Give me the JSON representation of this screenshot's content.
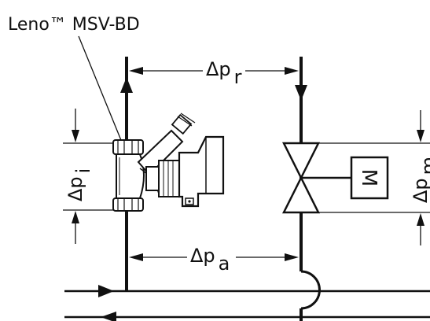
{
  "product_label": "Leno™ MSV-BD",
  "labels": {
    "dp_r": {
      "main": "Δp",
      "sub": "r"
    },
    "dp_a": {
      "main": "Δp",
      "sub": "a"
    },
    "dp_i": {
      "main": "Δp",
      "sub": "i"
    },
    "dp_m": {
      "main": "Δp",
      "sub": "m"
    },
    "motor": "M"
  },
  "colors": {
    "line": "#111111",
    "valve_fill": "#ffffff"
  },
  "icons": {
    "flow_arrow": "triangle-arrow",
    "motor_actuator": "box-with-M"
  }
}
